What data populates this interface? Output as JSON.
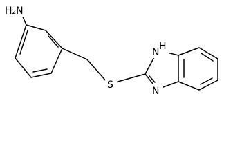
{
  "molecule": {
    "labels": {
      "amine": "H₂N",
      "sulfur": "S",
      "nh": "H",
      "nh_n": "N",
      "n": "N"
    }
  }
}
